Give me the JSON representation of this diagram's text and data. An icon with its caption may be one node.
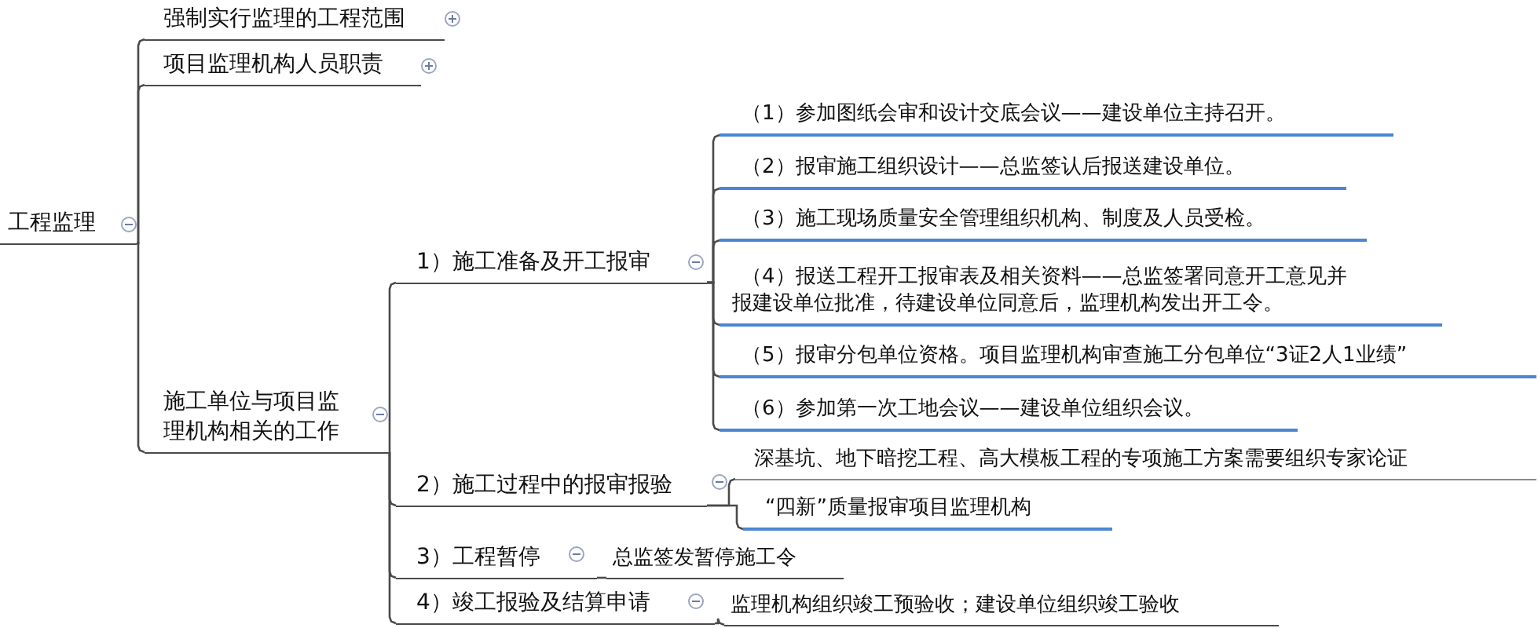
{
  "diagram": {
    "nodes": [
      {
        "text": [
          "工程监理"
        ]
      },
      {
        "text": [
          "强制实行监理的工程范围"
        ]
      },
      {
        "text": [
          "项目监理机构人员职责"
        ]
      },
      {
        "text": [
          "施工单位与项目监理机构相关的工作"
        ]
      },
      {
        "text": [
          "1）施工准备及开工报审"
        ]
      },
      {
        "text": [
          "（1）参加图纸会审和设计交底会议——建设单位主持召开。"
        ]
      },
      {
        "text": [
          "（2）报审施工组织设计——总监签认后报送建设单位。"
        ]
      },
      {
        "text": [
          "（3）施工现场质量安全管理组织机构、制度及人员受检。"
        ]
      },
      {
        "text": [
          "（4）报送工程开工报审表及相关资料——总监签署同意开工意见并报建设单位批准，待建设单位同意后，监理机构发出开工令。"
        ]
      },
      {
        "text": [
          "（5）报审分包单位资格。项目监理机构审查施工分包单位“3证2人1业绩”"
        ]
      },
      {
        "text": [
          "（6）参加第一次工地会议——建设单位组织会议。"
        ]
      },
      {
        "text": [
          "2）施工过程中的报审报验"
        ]
      },
      {
        "text": [
          "深基坑、地下暗挖工程、高大模板工程的专项施工方案需要组织专家论证"
        ]
      },
      {
        "text": [
          "“四新”质量报审项目监理机构"
        ]
      },
      {
        "text": [
          "3）工程暂停"
        ]
      },
      {
        "text": [
          "总监签发暂停施工令"
        ]
      },
      {
        "text": [
          "4）竣工报验及结算申请"
        ]
      },
      {
        "text": [
          "监理机构组织竣工预验收；建设单位组织竣工验收"
        ]
      }
    ],
    "edges": [
      {
        "from": 0,
        "to": 1,
        "arrow": "none"
      },
      {
        "from": 0,
        "to": 2,
        "arrow": "none"
      },
      {
        "from": 0,
        "to": 3,
        "arrow": "none"
      },
      {
        "from": 3,
        "to": 4,
        "arrow": "none"
      },
      {
        "from": 4,
        "to": 5,
        "arrow": "none"
      },
      {
        "from": 4,
        "to": 6,
        "arrow": "none"
      },
      {
        "from": 4,
        "to": 7,
        "arrow": "none"
      },
      {
        "from": 4,
        "to": 8,
        "arrow": "none"
      },
      {
        "from": 4,
        "to": 9,
        "arrow": "none"
      },
      {
        "from": 4,
        "to": 10,
        "arrow": "none"
      },
      {
        "from": 3,
        "to": 11,
        "arrow": "none"
      },
      {
        "from": 11,
        "to": 12,
        "arrow": "none"
      },
      {
        "from": 11,
        "to": 13,
        "arrow": "none"
      },
      {
        "from": 3,
        "to": 14,
        "arrow": "none"
      },
      {
        "from": 14,
        "to": 15,
        "arrow": "none"
      },
      {
        "from": 3,
        "to": 16,
        "arrow": "none"
      },
      {
        "from": 16,
        "to": 17,
        "arrow": "none"
      }
    ]
  }
}
